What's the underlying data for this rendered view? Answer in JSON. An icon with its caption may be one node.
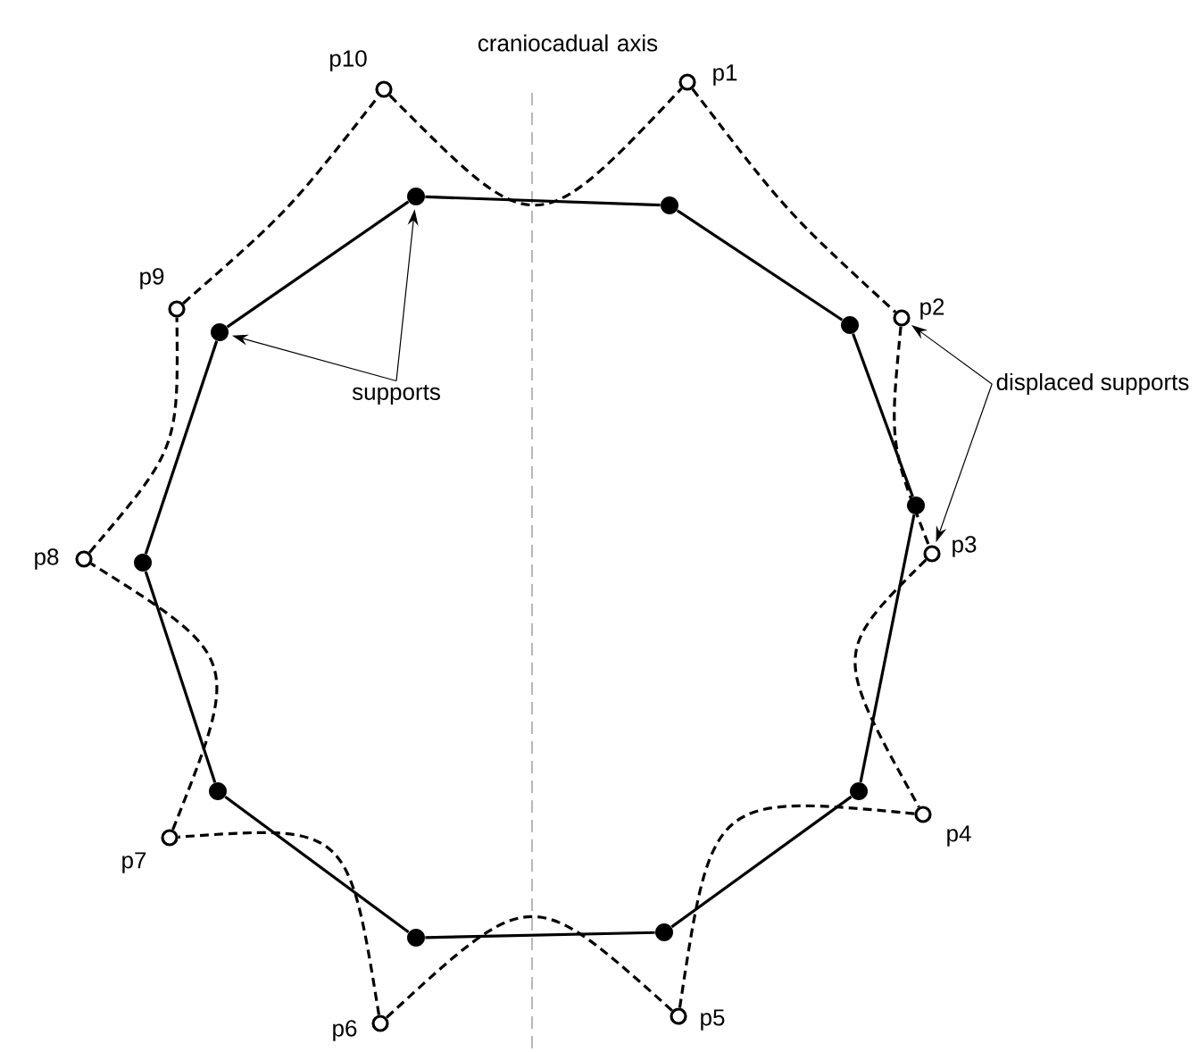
{
  "diagram": {
    "nodes": [
      {
        "text": [
          "supports"
        ]
      },
      {
        "text": [
          "displaced supports"
        ]
      },
      {
        "text": [],
        "shape": "circle"
      },
      {
        "text": [],
        "shape": "circle"
      },
      {
        "text": [],
        "shape": "circle"
      },
      {
        "text": [],
        "shape": "circle"
      },
      {
        "text": [],
        "shape": "circle"
      },
      {
        "text": [],
        "shape": "circle"
      },
      {
        "text": [],
        "shape": "circle"
      },
      {
        "text": [],
        "shape": "circle"
      },
      {
        "text": [],
        "shape": "circle"
      },
      {
        "text": [],
        "shape": "circle"
      },
      {
        "text": [],
        "shape": "circle",
        "beside": [
          "p1"
        ]
      },
      {
        "text": [],
        "shape": "circle",
        "beside": [
          "p2"
        ]
      },
      {
        "text": [],
        "shape": "circle",
        "beside": [
          "p3"
        ]
      },
      {
        "text": [],
        "shape": "circle",
        "beside": [
          "p4"
        ]
      },
      {
        "text": [],
        "shape": "circle",
        "beside": [
          "p5"
        ]
      },
      {
        "text": [],
        "shape": "circle",
        "beside": [
          "p6"
        ]
      },
      {
        "text": [],
        "shape": "circle",
        "beside": [
          "p7"
        ]
      },
      {
        "text": [],
        "shape": "circle",
        "beside": [
          "p8"
        ]
      },
      {
        "text": [],
        "shape": "circle",
        "beside": [
          "p9"
        ]
      },
      {
        "text": [],
        "shape": "circle",
        "beside": [
          "p10"
        ]
      }
    ],
    "edges": [
      {
        "from": 2,
        "to": 3,
        "arrow": "none"
      },
      {
        "from": 3,
        "to": 4,
        "arrow": "none"
      },
      {
        "from": 4,
        "to": 5,
        "arrow": "none"
      },
      {
        "from": 5,
        "to": 6,
        "arrow": "none"
      },
      {
        "from": 6,
        "to": 7,
        "arrow": "none"
      },
      {
        "from": 7,
        "to": 8,
        "arrow": "none"
      },
      {
        "from": 8,
        "to": 9,
        "arrow": "none"
      },
      {
        "from": 9,
        "to": 10,
        "arrow": "none"
      },
      {
        "from": 10,
        "to": 11,
        "arrow": "none"
      },
      {
        "from": 11,
        "to": 2,
        "arrow": "none"
      },
      {
        "from": 12,
        "to": 13,
        "arrow": "none",
        "style": "dashed"
      },
      {
        "from": 13,
        "to": 14,
        "arrow": "none",
        "style": "dashed"
      },
      {
        "from": 14,
        "to": 15,
        "arrow": "none",
        "style": "dashed"
      },
      {
        "from": 15,
        "to": 16,
        "arrow": "none",
        "style": "dashed"
      },
      {
        "from": 16,
        "to": 17,
        "arrow": "none",
        "style": "dashed"
      },
      {
        "from": 17,
        "to": 18,
        "arrow": "none",
        "style": "dashed"
      },
      {
        "from": 18,
        "to": 19,
        "arrow": "none",
        "style": "dashed"
      },
      {
        "from": 19,
        "to": 20,
        "arrow": "none",
        "style": "dashed"
      },
      {
        "from": 20,
        "to": 21,
        "arrow": "none",
        "style": "dashed"
      },
      {
        "from": 21,
        "to": 12,
        "arrow": "none",
        "style": "dashed"
      },
      {
        "from": 0,
        "to": 11,
        "arrow": "to"
      },
      {
        "from": 0,
        "to": 2,
        "arrow": "to"
      },
      {
        "from": 1,
        "to": 13,
        "arrow": "to"
      },
      {
        "from": 1,
        "to": 14,
        "arrow": "to"
      }
    ],
    "labels": [
      "craniocadual axis"
    ]
  }
}
